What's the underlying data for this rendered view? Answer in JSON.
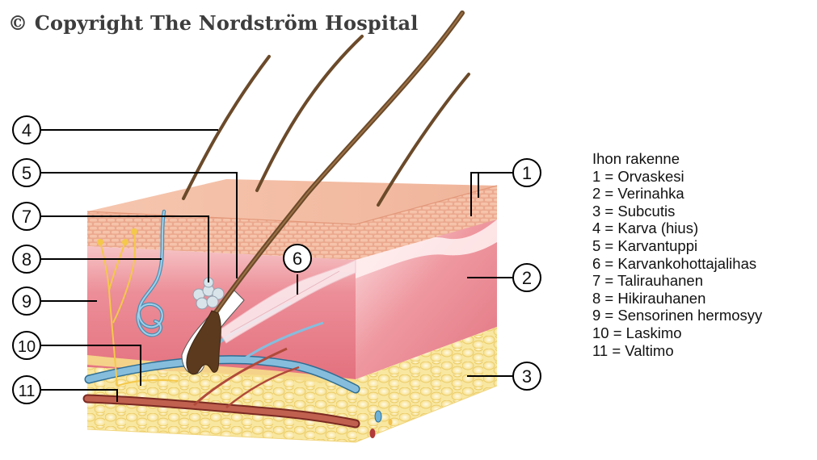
{
  "copyright": "© Copyright The Nordström Hospital",
  "legend": {
    "title": "Ihon rakenne",
    "items": [
      "1 = Orvaskesi",
      "2 = Verinahka",
      "3 = Subcutis",
      "4 = Karva (hius)",
      "5 = Karvantuppi",
      "6 = Karvankohottajalihas",
      "7 = Talirauhanen",
      "8 = Hikirauhanen",
      "9 = Sensorinen hermosyy",
      "10 = Laskimo",
      "11 = Valtimo"
    ]
  },
  "callouts": {
    "c1": "1",
    "c2": "2",
    "c3": "3",
    "c4": "4",
    "c5": "5",
    "c6": "6",
    "c7": "7",
    "c8": "8",
    "c9": "9",
    "c10": "10",
    "c11": "11"
  },
  "colors": {
    "epidermis": "#f2b49a",
    "dermis": "#e9808a",
    "subcutis": "#f7e28a",
    "hair": "#6b4a2a",
    "vein": "#7fb0d0",
    "artery": "#b14a3a",
    "nerve": "#f2c94c"
  }
}
